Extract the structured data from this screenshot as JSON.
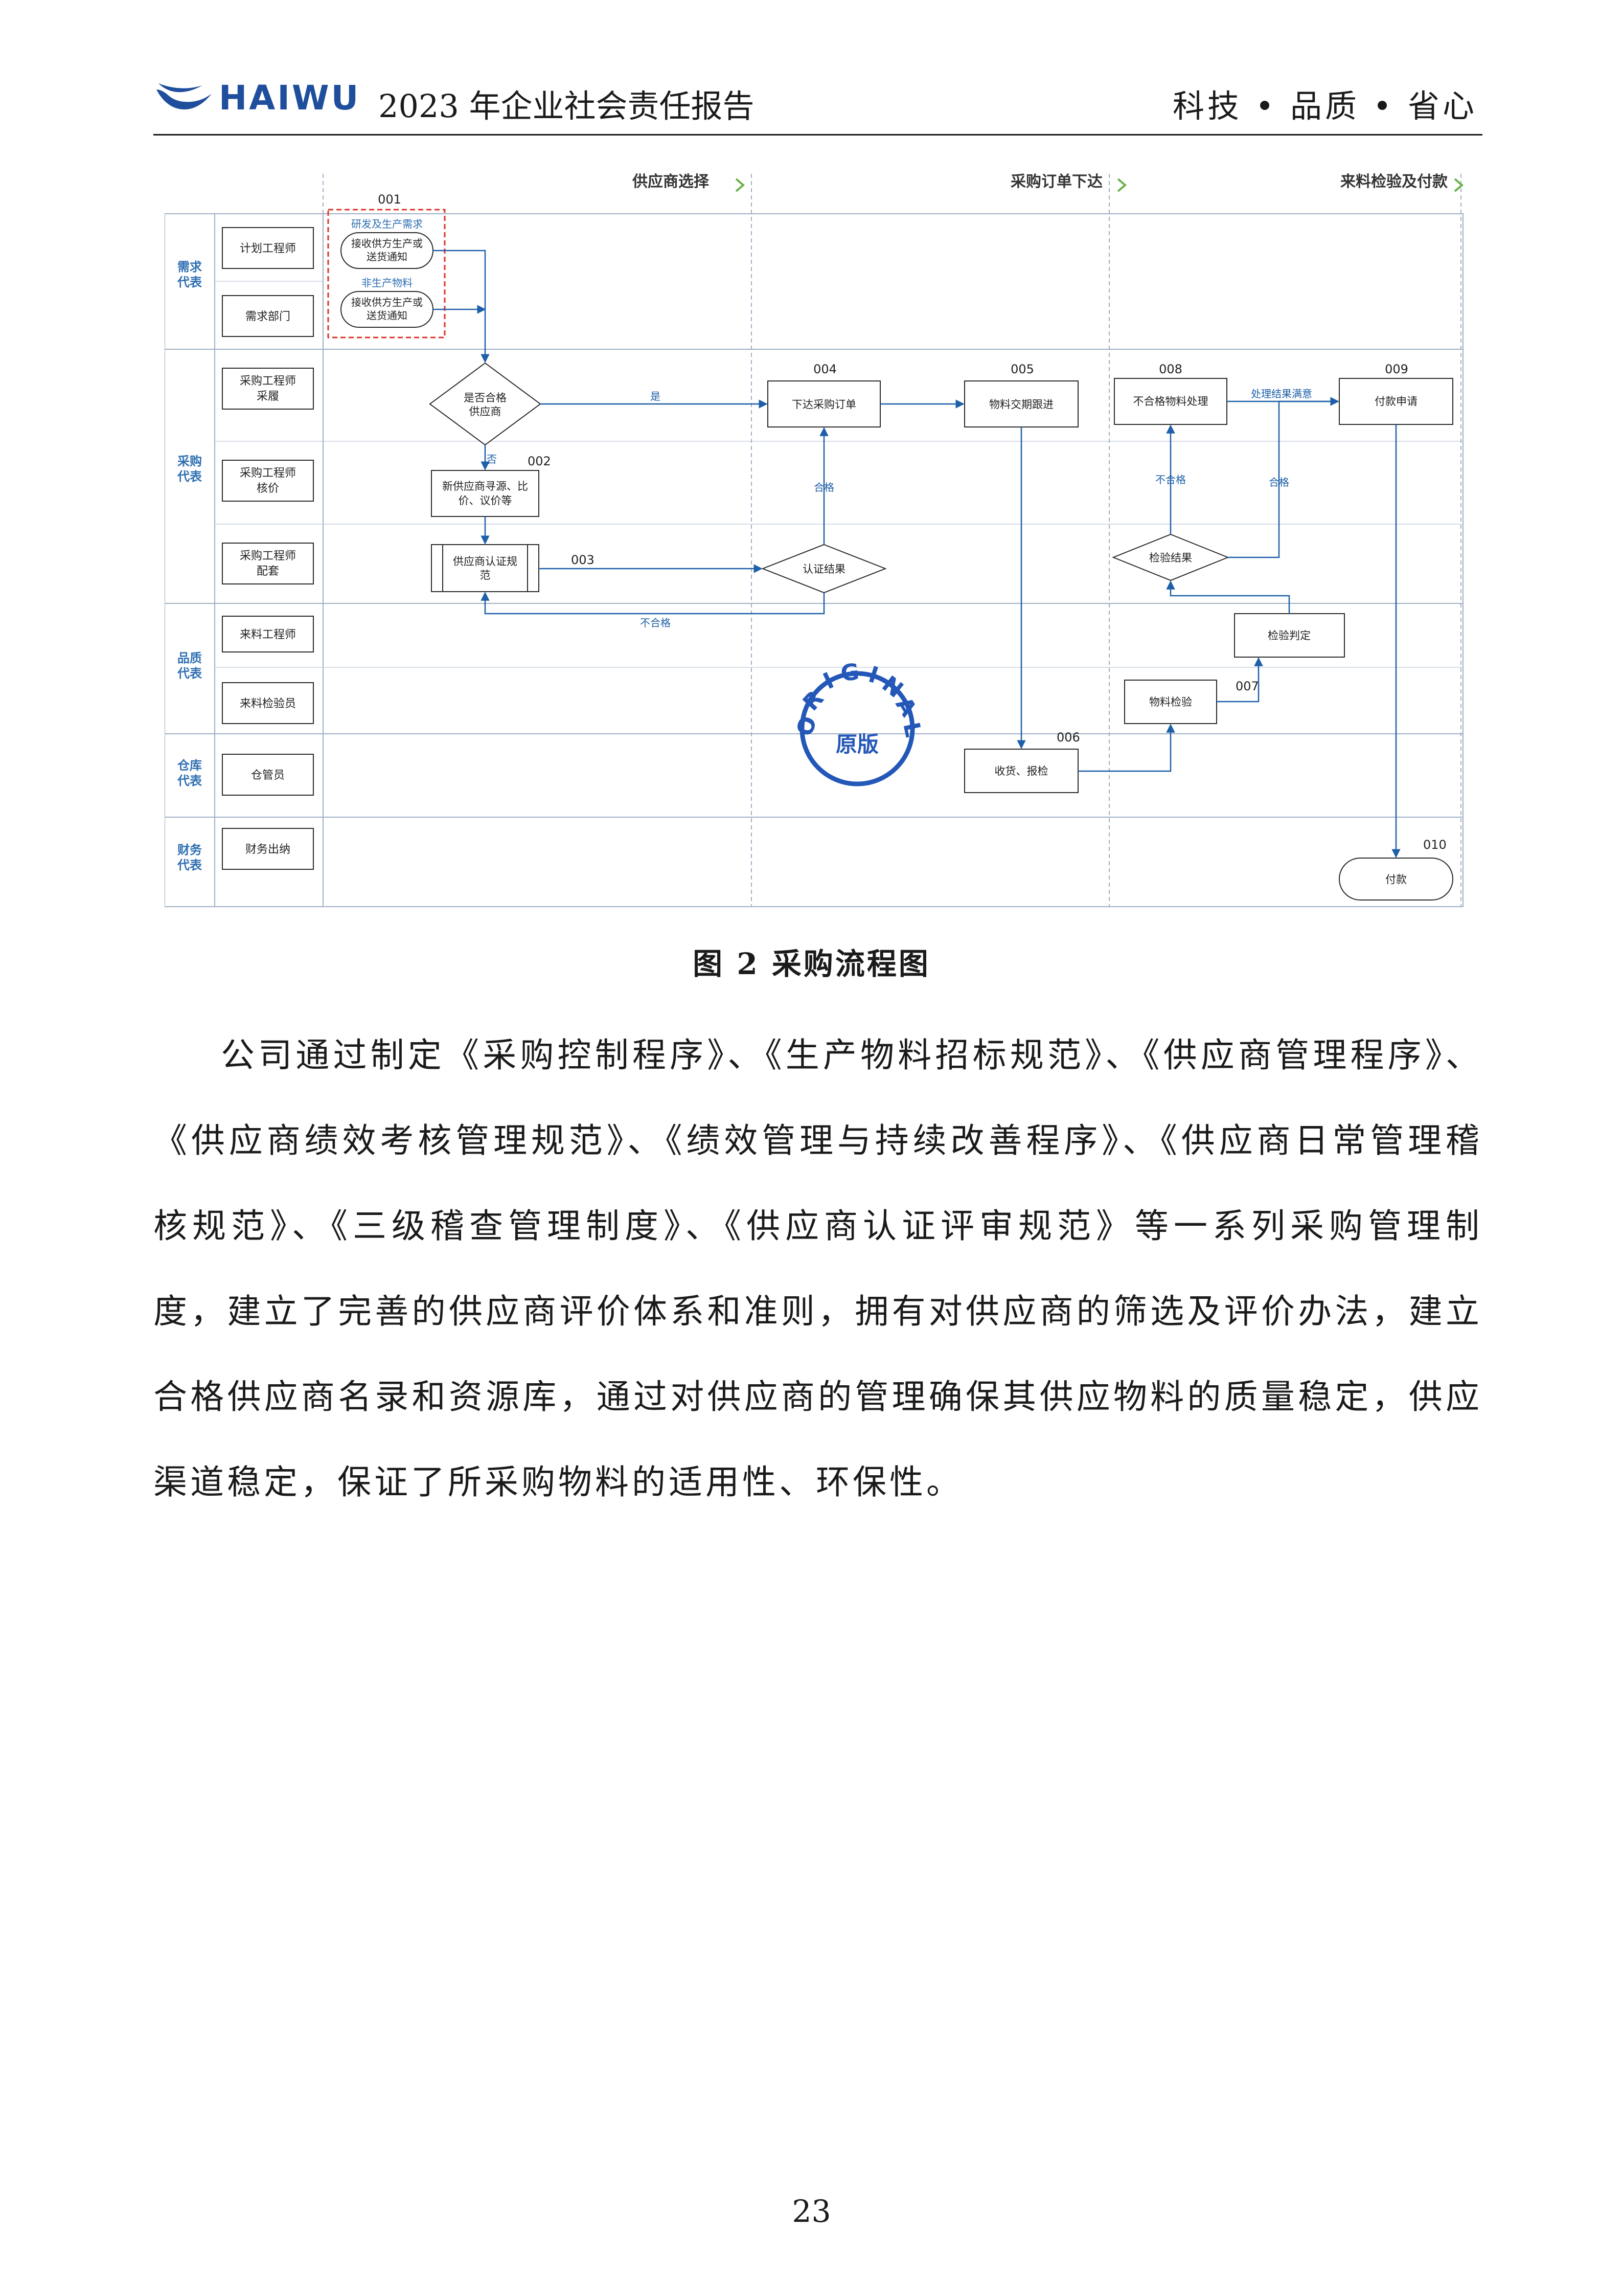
{
  "header": {
    "brand": "HAIWU",
    "report_title": "2023 年企业社会责任报告",
    "slogan": "科技 • 品质 • 省心",
    "brand_color": "#1f4e9c"
  },
  "flowchart": {
    "phases": [
      "供应商选择",
      "采购订单下达",
      "来料检验及付款"
    ],
    "lanes": [
      {
        "name": "需求代表",
        "roles": [
          "计划工程师",
          "需求部门"
        ]
      },
      {
        "name": "采购代表",
        "roles": [
          "采购工程师采履",
          "采购工程师核价",
          "采购工程师配套"
        ]
      },
      {
        "name": "品质代表",
        "roles": [
          "来料工程师",
          "来料检验员"
        ]
      },
      {
        "name": "仓库代表",
        "roles": [
          "仓管员"
        ]
      },
      {
        "name": "财务代表",
        "roles": [
          "财务出纳"
        ]
      }
    ],
    "requirement_box": {
      "id": "001",
      "label_top": "研发及生产需求",
      "label_bottom": "非生产物料",
      "node_top": [
        "接收供方生产或",
        "送货通知"
      ],
      "node_bottom": [
        "接收供方生产或",
        "送货通知"
      ]
    },
    "nodes": {
      "qualified": [
        "是否合格",
        "供应商"
      ],
      "n002": {
        "id": "002",
        "lines": [
          "新供应商寻源、比",
          "价、议价等"
        ]
      },
      "n003": {
        "id": "003",
        "lines": [
          "供应商认证规",
          "范"
        ]
      },
      "cert_result": "认证结果",
      "n004": {
        "id": "004",
        "label": "下达采购订单"
      },
      "n005": {
        "id": "005",
        "label": "物料交期跟进"
      },
      "n006": {
        "id": "006",
        "label": "收货、报检"
      },
      "n007": {
        "id": "007",
        "label": "物料检验"
      },
      "judge": "检验判定",
      "inspect_result": "检验结果",
      "n008": {
        "id": "008",
        "label": "不合格物料处理"
      },
      "n009": {
        "id": "009",
        "label": "付款申请"
      },
      "n010": {
        "id": "010",
        "label": "付款"
      }
    },
    "edge_labels": {
      "yes": "是",
      "no": "否",
      "pass": "合格",
      "fail": "不合格",
      "result_confirm": "处理结果满意"
    },
    "stamp": {
      "text": "ORIGINAL",
      "sub": "原版"
    }
  },
  "caption": "图 2    采购流程图",
  "paragraph": "公司通过制定《采购控制程序》、《生产物料招标规范》、《供应商管理程序》、《供应商绩效考核管理规范》、《绩效管理与持续改善程序》、《供应商日常管理稽核规范》、《三级稽查管理制度》、《供应商认证评审规范》等一系列采购管理制度，建立了完善的供应商评价体系和准则，拥有对供应商的筛选及评价办法，建立合格供应商名录和资源库，通过对供应商的管理确保其供应物料的质量稳定，供应渠道稳定，保证了所采购物料的适用性、环保性。",
  "page_number": "23"
}
